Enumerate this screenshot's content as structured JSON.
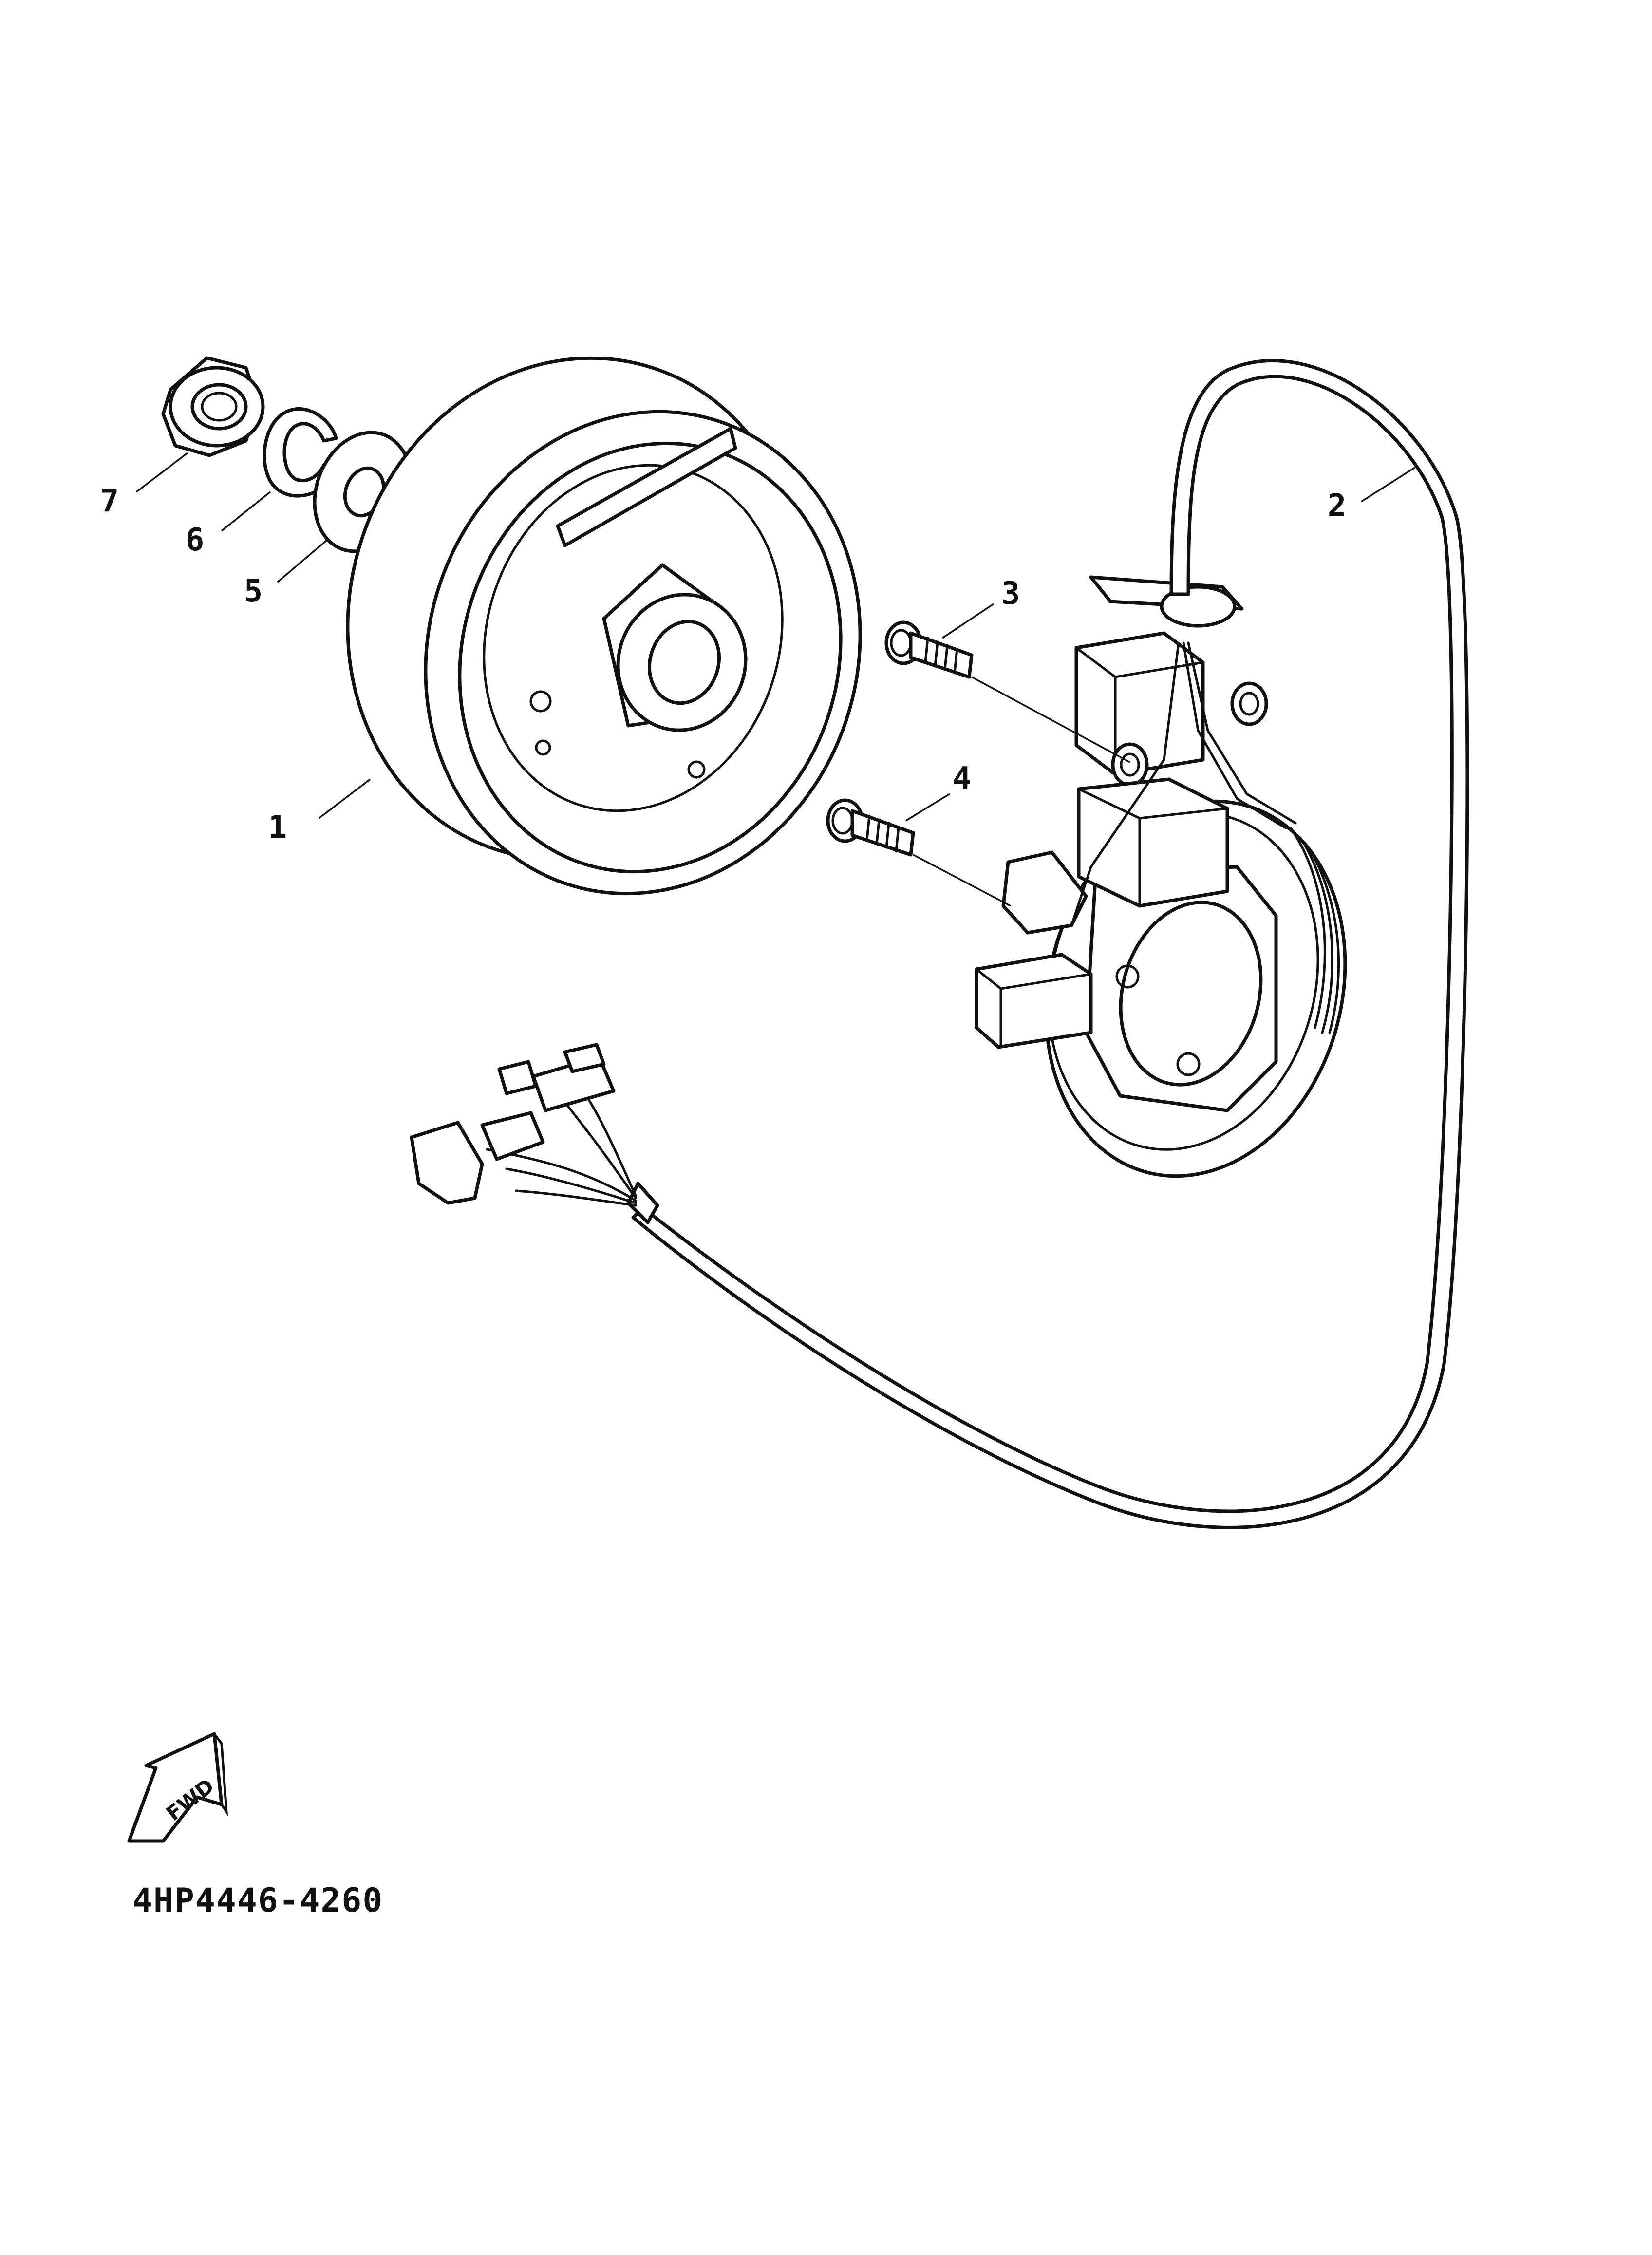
{
  "callouts": [
    {
      "id": "1",
      "label": "1"
    },
    {
      "id": "2",
      "label": "2"
    },
    {
      "id": "3",
      "label": "3"
    },
    {
      "id": "4",
      "label": "4"
    },
    {
      "id": "5",
      "label": "5"
    },
    {
      "id": "6",
      "label": "6"
    },
    {
      "id": "7",
      "label": "7"
    }
  ],
  "direction": {
    "label": "FWD"
  },
  "part_code": "4HP4446-4260",
  "colors": {
    "ink": "#111111",
    "paper": "#ffffff"
  }
}
